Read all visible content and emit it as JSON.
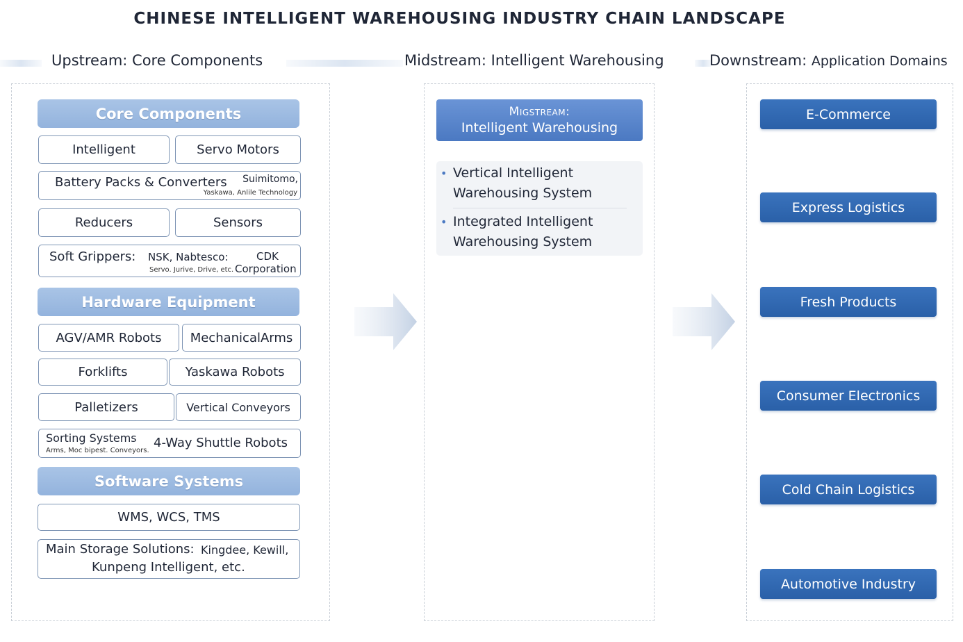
{
  "title": "CHINESE INTELLIGENT WAREHOUSING INDUSTRY CHAIN LANDSCAPE",
  "stages": {
    "upstream": "Upstream: Core Components",
    "midstream": "Midstream: Intelligent Warehousing",
    "downstream_prefix": "Downstream:",
    "downstream_suffix": "Application Domains"
  },
  "upstream": {
    "core_components": {
      "header": "Core Components",
      "intelligent": "Intelligent",
      "servo_motors": "Servo Motors",
      "battery_packs": "Battery Packs & Converters",
      "battery_note1": "Suimitomo,",
      "battery_note2": "Yaskawa, Anlile Technology",
      "reducers": "Reducers",
      "sensors": "Sensors",
      "soft_grippers": "Soft Grippers:",
      "soft_grippers_note1": "NSK, Nabtesco:",
      "soft_grippers_note2": "Servo. Jurive, Drive, etc.",
      "cdk1": "CDK",
      "cdk2": "Corporation"
    },
    "hardware_equipment": {
      "header": "Hardware Equipment",
      "agv": "AGV/AMR Robots",
      "mech_arms": "MechanicalArms",
      "forklifts": "Forklifts",
      "yaskawa_robots": "Yaskawa Robots",
      "palletizers": "Palletizers",
      "vertical_conveyors": "Vertical Conveyors",
      "sorting_systems": "Sorting Systems",
      "sorting_note": "Arms, Moc bipest. Conveyors.",
      "shuttle_robots": "4-Way Shuttle Robots"
    },
    "software_systems": {
      "header": "Software Systems",
      "wms": "WMS,  WCS,  TMS",
      "main_storage_1": "Main Storage Solutions:",
      "main_storage_1b": "Kingdee, Kewill,",
      "main_storage_2": "Kunpeng Intelligent, etc."
    }
  },
  "midstream": {
    "header_line1": "Migstream:",
    "header_line2": "Intelligent Warehousing",
    "items": [
      {
        "line1": "Vertical Intelligent",
        "line2": "Warehousing System"
      },
      {
        "line1": "Integrated Intelligent",
        "line2": "Warehousing System"
      }
    ],
    "bullet": "•"
  },
  "downstream": {
    "items": [
      "E-Commerce",
      "Express Logistics",
      "Fresh Products",
      "Consumer Electronics",
      "Cold Chain Logistics",
      "Automotive Industry"
    ]
  },
  "colors": {
    "section_header": "#9dbbe2",
    "midstream_header": "#5a87cc",
    "downstream_box": "#3268b2",
    "box_border": "#7d94b4"
  }
}
